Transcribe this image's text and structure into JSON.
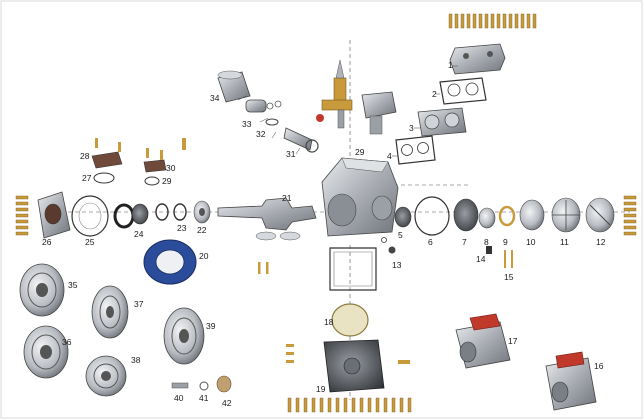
{
  "diagram": {
    "kind": "exploded-parts-view",
    "subject": "compressor",
    "watermark": "",
    "part_numbers": [
      "1",
      "2",
      "3",
      "4",
      "5",
      "6",
      "7",
      "8",
      "9",
      "10",
      "11",
      "12",
      "13",
      "14",
      "15",
      "16",
      "17",
      "18",
      "19",
      "20",
      "21",
      "22",
      "23",
      "24",
      "25",
      "26",
      "27",
      "28",
      "29",
      "29",
      "30",
      "31",
      "32",
      "33",
      "34",
      "35",
      "36",
      "37",
      "38",
      "39",
      "40",
      "41",
      "42"
    ],
    "labels": {
      "p1": "1",
      "p2": "2",
      "p3": "3",
      "p4": "4",
      "p5": "5",
      "p6": "6",
      "p7": "7",
      "p8": "8",
      "p9": "9",
      "p10": "10",
      "p11": "11",
      "p12": "12",
      "p13": "13",
      "p14": "14",
      "p15": "15",
      "p16": "16",
      "p17": "17",
      "p18": "18",
      "p19": "19",
      "p20": "20",
      "p21": "21",
      "p22": "22",
      "p23": "23",
      "p24": "24",
      "p25": "25",
      "p26": "26",
      "p27": "27",
      "p28": "28",
      "p29a": "29",
      "p29b": "29",
      "p30": "30",
      "p31": "31",
      "p32": "32",
      "p33": "33",
      "p34": "34",
      "p35": "35",
      "p36": "36",
      "p37": "37",
      "p38": "38",
      "p39": "39",
      "p40": "40",
      "p41": "41",
      "p42": "42"
    },
    "colors": {
      "metal": "#b8bcc2",
      "metal_dark": "#6f747a",
      "housing": "#c9ccd0",
      "brass": "#c99a3c",
      "blue_ring": "#2b4c9a",
      "red_valve": "#c0392b",
      "leader": "#444444"
    }
  }
}
